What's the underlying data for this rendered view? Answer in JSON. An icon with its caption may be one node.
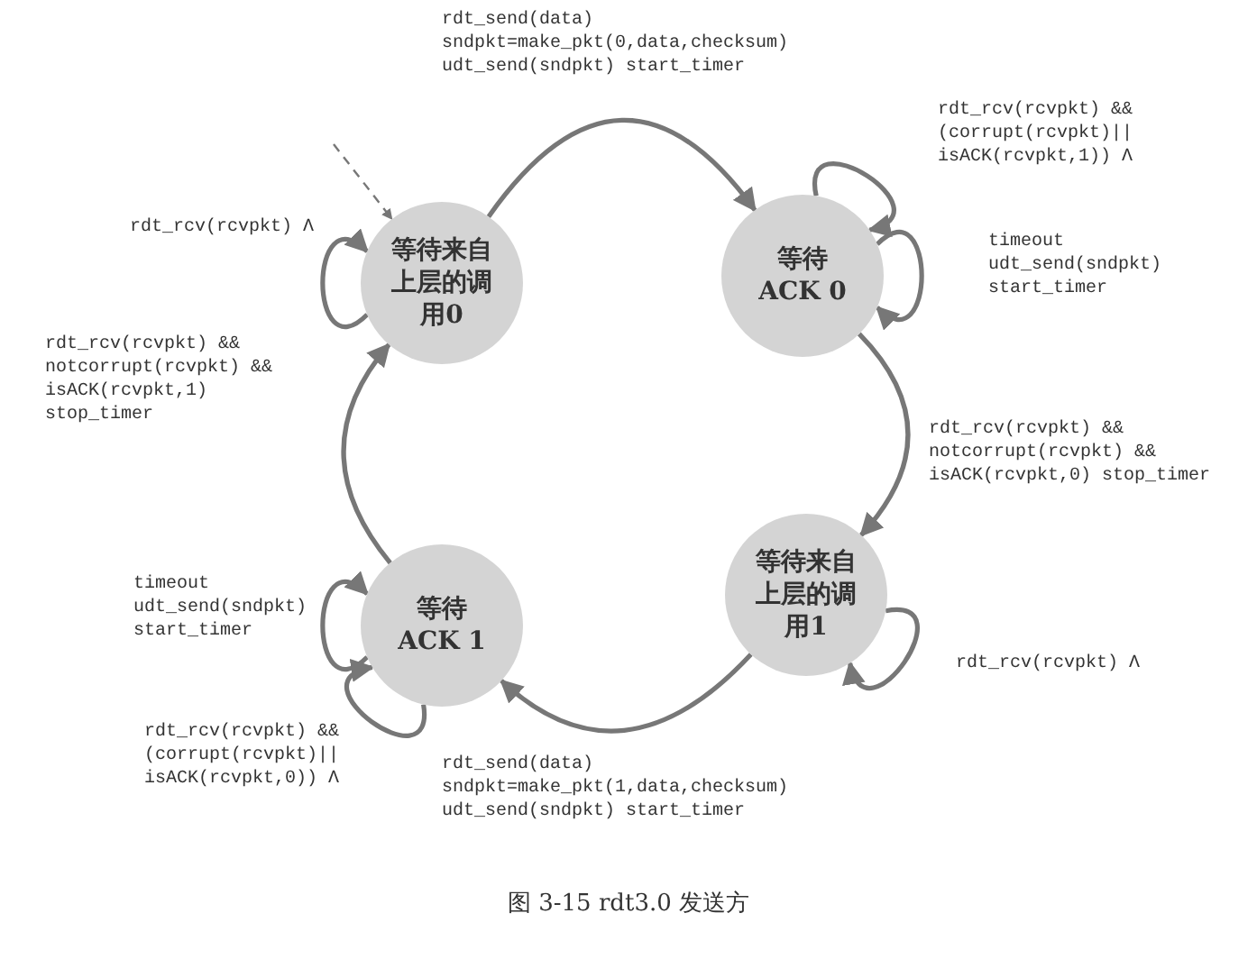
{
  "diagram": {
    "caption": "图 3-15 rdt3.0 发送方",
    "nodes": [
      {
        "text": [
          "等待来自上层的调用0"
        ]
      },
      {
        "text": [
          "等待ACK 0"
        ]
      },
      {
        "text": [
          "等待ACK 1"
        ]
      },
      {
        "text": [
          "等待来自上层的调用1"
        ]
      }
    ],
    "edges": [
      {
        "from": null,
        "to": 0,
        "arrow": "to",
        "style": "dashed"
      },
      {
        "from": 0,
        "to": 0,
        "arrow": "to",
        "label": "rdt_rcv(rcvpkt) Λ"
      },
      {
        "from": 0,
        "to": 1,
        "arrow": "to",
        "label": "rdt_send(data) sndpkt=make_pkt(0,data,checksum) udt_send(sndpkt) start_timer"
      },
      {
        "from": 1,
        "to": 1,
        "arrow": "to",
        "label": "rdt_rcv(rcvpkt) && (corrupt(rcvpkt)|| isACK(rcvpkt,1)) Λ"
      },
      {
        "from": 1,
        "to": 1,
        "arrow": "to",
        "label": "timeout udt_send(sndpkt) start_timer"
      },
      {
        "from": 1,
        "to": 3,
        "arrow": "to",
        "label": "rdt_rcv(rcvpkt) && notcorrupt(rcvpkt) && isACK(rcvpkt,0) stop_timer"
      },
      {
        "from": 3,
        "to": 3,
        "arrow": "to",
        "label": "rdt_rcv(rcvpkt) Λ"
      },
      {
        "from": 3,
        "to": 2,
        "arrow": "to",
        "label": "rdt_send(data) sndpkt=make_pkt(1,data,checksum) udt_send(sndpkt) start_timer"
      },
      {
        "from": 2,
        "to": 2,
        "arrow": "to",
        "label": "timeout udt_send(sndpkt) start_timer"
      },
      {
        "from": 2,
        "to": 2,
        "arrow": "to",
        "label": "rdt_rcv(rcvpkt) && (corrupt(rcvpkt)|| isACK(rcvpkt,0)) Λ"
      },
      {
        "from": 2,
        "to": 0,
        "arrow": "to",
        "label": "rdt_rcv(rcvpkt) && notcorrupt(rcvpkt) && isACK(rcvpkt,1) stop_timer"
      }
    ]
  }
}
